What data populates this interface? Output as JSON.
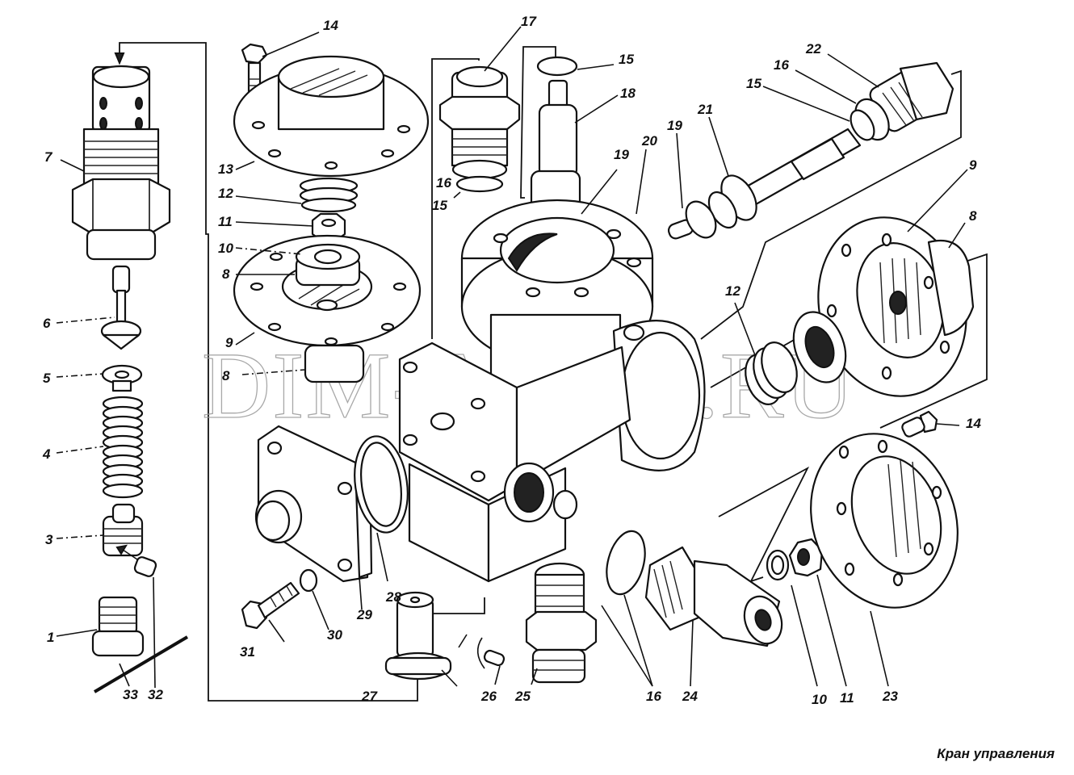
{
  "diagram": {
    "title": "Кран управления",
    "watermark": "DIM-AUTO.RU",
    "callouts": {
      "c1": "1",
      "c3": "3",
      "c4": "4",
      "c5": "5",
      "c6": "6",
      "c7": "7",
      "c8a": "8",
      "c8b": "8",
      "c8c": "8",
      "c9a": "9",
      "c9b": "9",
      "c10a": "10",
      "c10b": "10",
      "c11a": "11",
      "c11b": "11",
      "c12a": "12",
      "c12b": "12",
      "c13": "13",
      "c14a": "14",
      "c14b": "14",
      "c15a": "15",
      "c15b": "15",
      "c15c": "15",
      "c16a": "16",
      "c16b": "16",
      "c16c": "16",
      "c17": "17",
      "c18": "18",
      "c19a": "19",
      "c19b": "19",
      "c20": "20",
      "c21": "21",
      "c22": "22",
      "c23": "23",
      "c24": "24",
      "c25": "25",
      "c26": "26",
      "c27": "27",
      "c28": "28",
      "c29": "29",
      "c30": "30",
      "c31": "31",
      "c32": "32",
      "c33": "33"
    }
  }
}
